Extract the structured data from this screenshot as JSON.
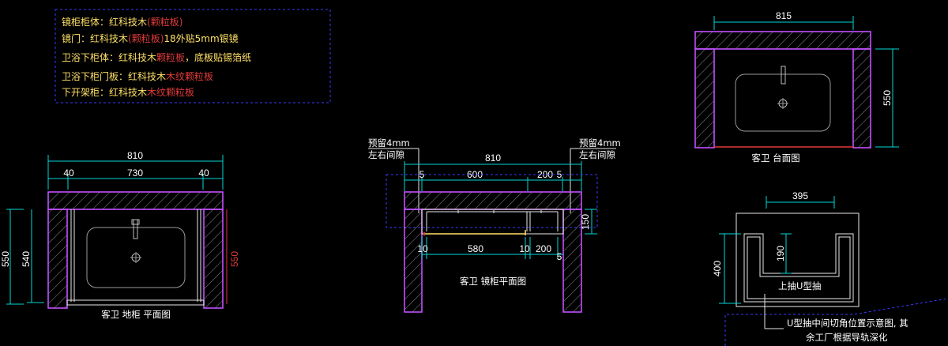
{
  "notes": [
    {
      "parts": [
        {
          "t": "镜柜柜体：红科技木",
          "c": "#ffe066"
        },
        {
          "t": "(颗粒板)",
          "c": "#e23a3a"
        }
      ]
    },
    {
      "parts": [
        {
          "t": "镜门：红科技木",
          "c": "#ffe066"
        },
        {
          "t": "(颗粒板)",
          "c": "#e23a3a"
        },
        {
          "t": "18外贴5mm银镜",
          "c": "#ffe066"
        }
      ]
    },
    {
      "parts": [
        {
          "t": "卫浴下柜体：红科技木",
          "c": "#ffe066"
        },
        {
          "t": "颗粒板",
          "c": "#e23a3a"
        },
        {
          "t": "，底板贴锡箔纸",
          "c": "#ffe066"
        }
      ]
    },
    {
      "parts": [
        {
          "t": "卫浴下柜门板：红科技木",
          "c": "#ffe066"
        },
        {
          "t": "木纹颗粒板",
          "c": "#e23a3a"
        }
      ]
    },
    {
      "parts": [
        {
          "t": "下开架柜：红科技木",
          "c": "#ffe066"
        },
        {
          "t": "木纹颗粒板",
          "c": "#e23a3a"
        }
      ]
    }
  ],
  "floor_cabinet": {
    "total_width": "810",
    "left_side": "40",
    "middle": "730",
    "right_side": "40",
    "outer_height": "550",
    "inner_height": "540",
    "right_height": "550",
    "caption": "客卫 地柜 平面图"
  },
  "mirror_cabinet": {
    "left_note_1": "预留4mm",
    "left_note_2": "左右间隙",
    "right_note_1": "预留4mm",
    "right_note_2": "左右间隙",
    "total_width": "810",
    "left_gap": "5",
    "main_width": "600",
    "right_width": "200",
    "right_gap": "5",
    "depth": "150",
    "bottom_left": "10",
    "bottom_main": "580",
    "bottom_mid": "10",
    "bottom_right": "200",
    "bottom_end": "5",
    "caption": "客卫 镜柜平面图"
  },
  "countertop": {
    "width": "815",
    "depth": "550",
    "caption": "客卫 台面图"
  },
  "u_drawer": {
    "width": "395",
    "height": "400",
    "notch_depth": "190",
    "label": "上抽U型抽",
    "callout_1": "U型抽中间切角位置示意图, 其",
    "callout_2": "余工厂根据导轨深化"
  },
  "colors": {
    "background": "#000000",
    "wall": "#c050ff",
    "dimension": "#00d8d8",
    "note_yellow": "#ffe066",
    "note_red": "#e23a3a",
    "frame_blue": "#3a3aff"
  }
}
